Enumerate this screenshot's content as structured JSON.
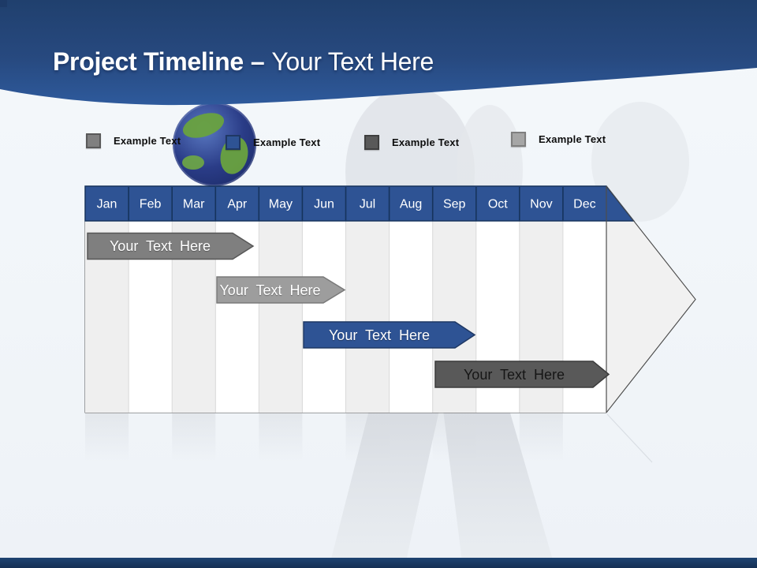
{
  "header": {
    "title_bold": "Project Timeline",
    "title_separator": "–",
    "title_placeholder": "Your Text Here",
    "band_color": "#27497F"
  },
  "legend": {
    "items": [
      {
        "label": "Example Text",
        "color": "#808080",
        "border": "#595959"
      },
      {
        "label": "Example Text",
        "color": "#2E5394",
        "border": "#1F3864"
      },
      {
        "label": "Example Text",
        "color": "#595959",
        "border": "#3F3F3F"
      },
      {
        "label": "Example Text",
        "color": "#A6A6A6",
        "border": "#7F7F7F"
      }
    ]
  },
  "timeline": {
    "months": [
      "Jan",
      "Feb",
      "Mar",
      "Apr",
      "May",
      "Jun",
      "Jul",
      "Aug",
      "Sep",
      "Oct",
      "Nov",
      "Dec"
    ],
    "header_color": "#2E5394",
    "stripe_color": "#EFEFEF",
    "arrow_fill": "#F1F1F1",
    "bars": [
      {
        "label": "Your Text Here",
        "start_month": "Jan",
        "end_month": "Apr",
        "color": "#7F7F7F",
        "border": "#575757",
        "text_color": "#FFFFFF"
      },
      {
        "label": "Your Text Here",
        "start_month": "Apr",
        "end_month": "Jun",
        "color": "#9D9D9D",
        "border": "#7A7A7A",
        "text_color": "#FFFFFF"
      },
      {
        "label": "Your Text Here",
        "start_month": "Jun",
        "end_month": "Sep",
        "color": "#2E5394",
        "border": "#1F3864",
        "text_color": "#FFFFFF"
      },
      {
        "label": "Your Text Here",
        "start_month": "Sep",
        "end_month": "Dec",
        "color": "#595959",
        "border": "#3B3B3B",
        "text_color": "#161616"
      }
    ]
  },
  "footer": {
    "bar_color": "#1B3A64"
  },
  "chart_data": {
    "type": "bar",
    "subtype": "gantt-timeline",
    "title": "Project Timeline – Your Text Here",
    "x_categories": [
      "Jan",
      "Feb",
      "Mar",
      "Apr",
      "May",
      "Jun",
      "Jul",
      "Aug",
      "Sep",
      "Oct",
      "Nov",
      "Dec"
    ],
    "legend": [
      "Example Text",
      "Example Text",
      "Example Text",
      "Example Text"
    ],
    "legend_position": "top",
    "grid": "vertical month columns with alternating shading, arrow-shaped chart frame",
    "series": [
      {
        "name": "Your Text Here",
        "row": 1,
        "start_month": "Jan",
        "end_month": "Apr",
        "start_index": 1.0,
        "end_index": 4.85,
        "color": "#7F7F7F"
      },
      {
        "name": "Your Text Here",
        "row": 2,
        "start_month": "Apr",
        "end_month": "Jun",
        "start_index": 4.0,
        "end_index": 6.97,
        "color": "#9D9D9D"
      },
      {
        "name": "Your Text Here",
        "row": 3,
        "start_month": "Jun",
        "end_month": "Sep",
        "start_index": 6.0,
        "end_index": 9.97,
        "color": "#2E5394"
      },
      {
        "name": "Your Text Here",
        "row": 4,
        "start_month": "Sep",
        "end_month": "Dec",
        "start_index": 9.05,
        "end_index": 13.05,
        "color": "#595959"
      }
    ]
  }
}
